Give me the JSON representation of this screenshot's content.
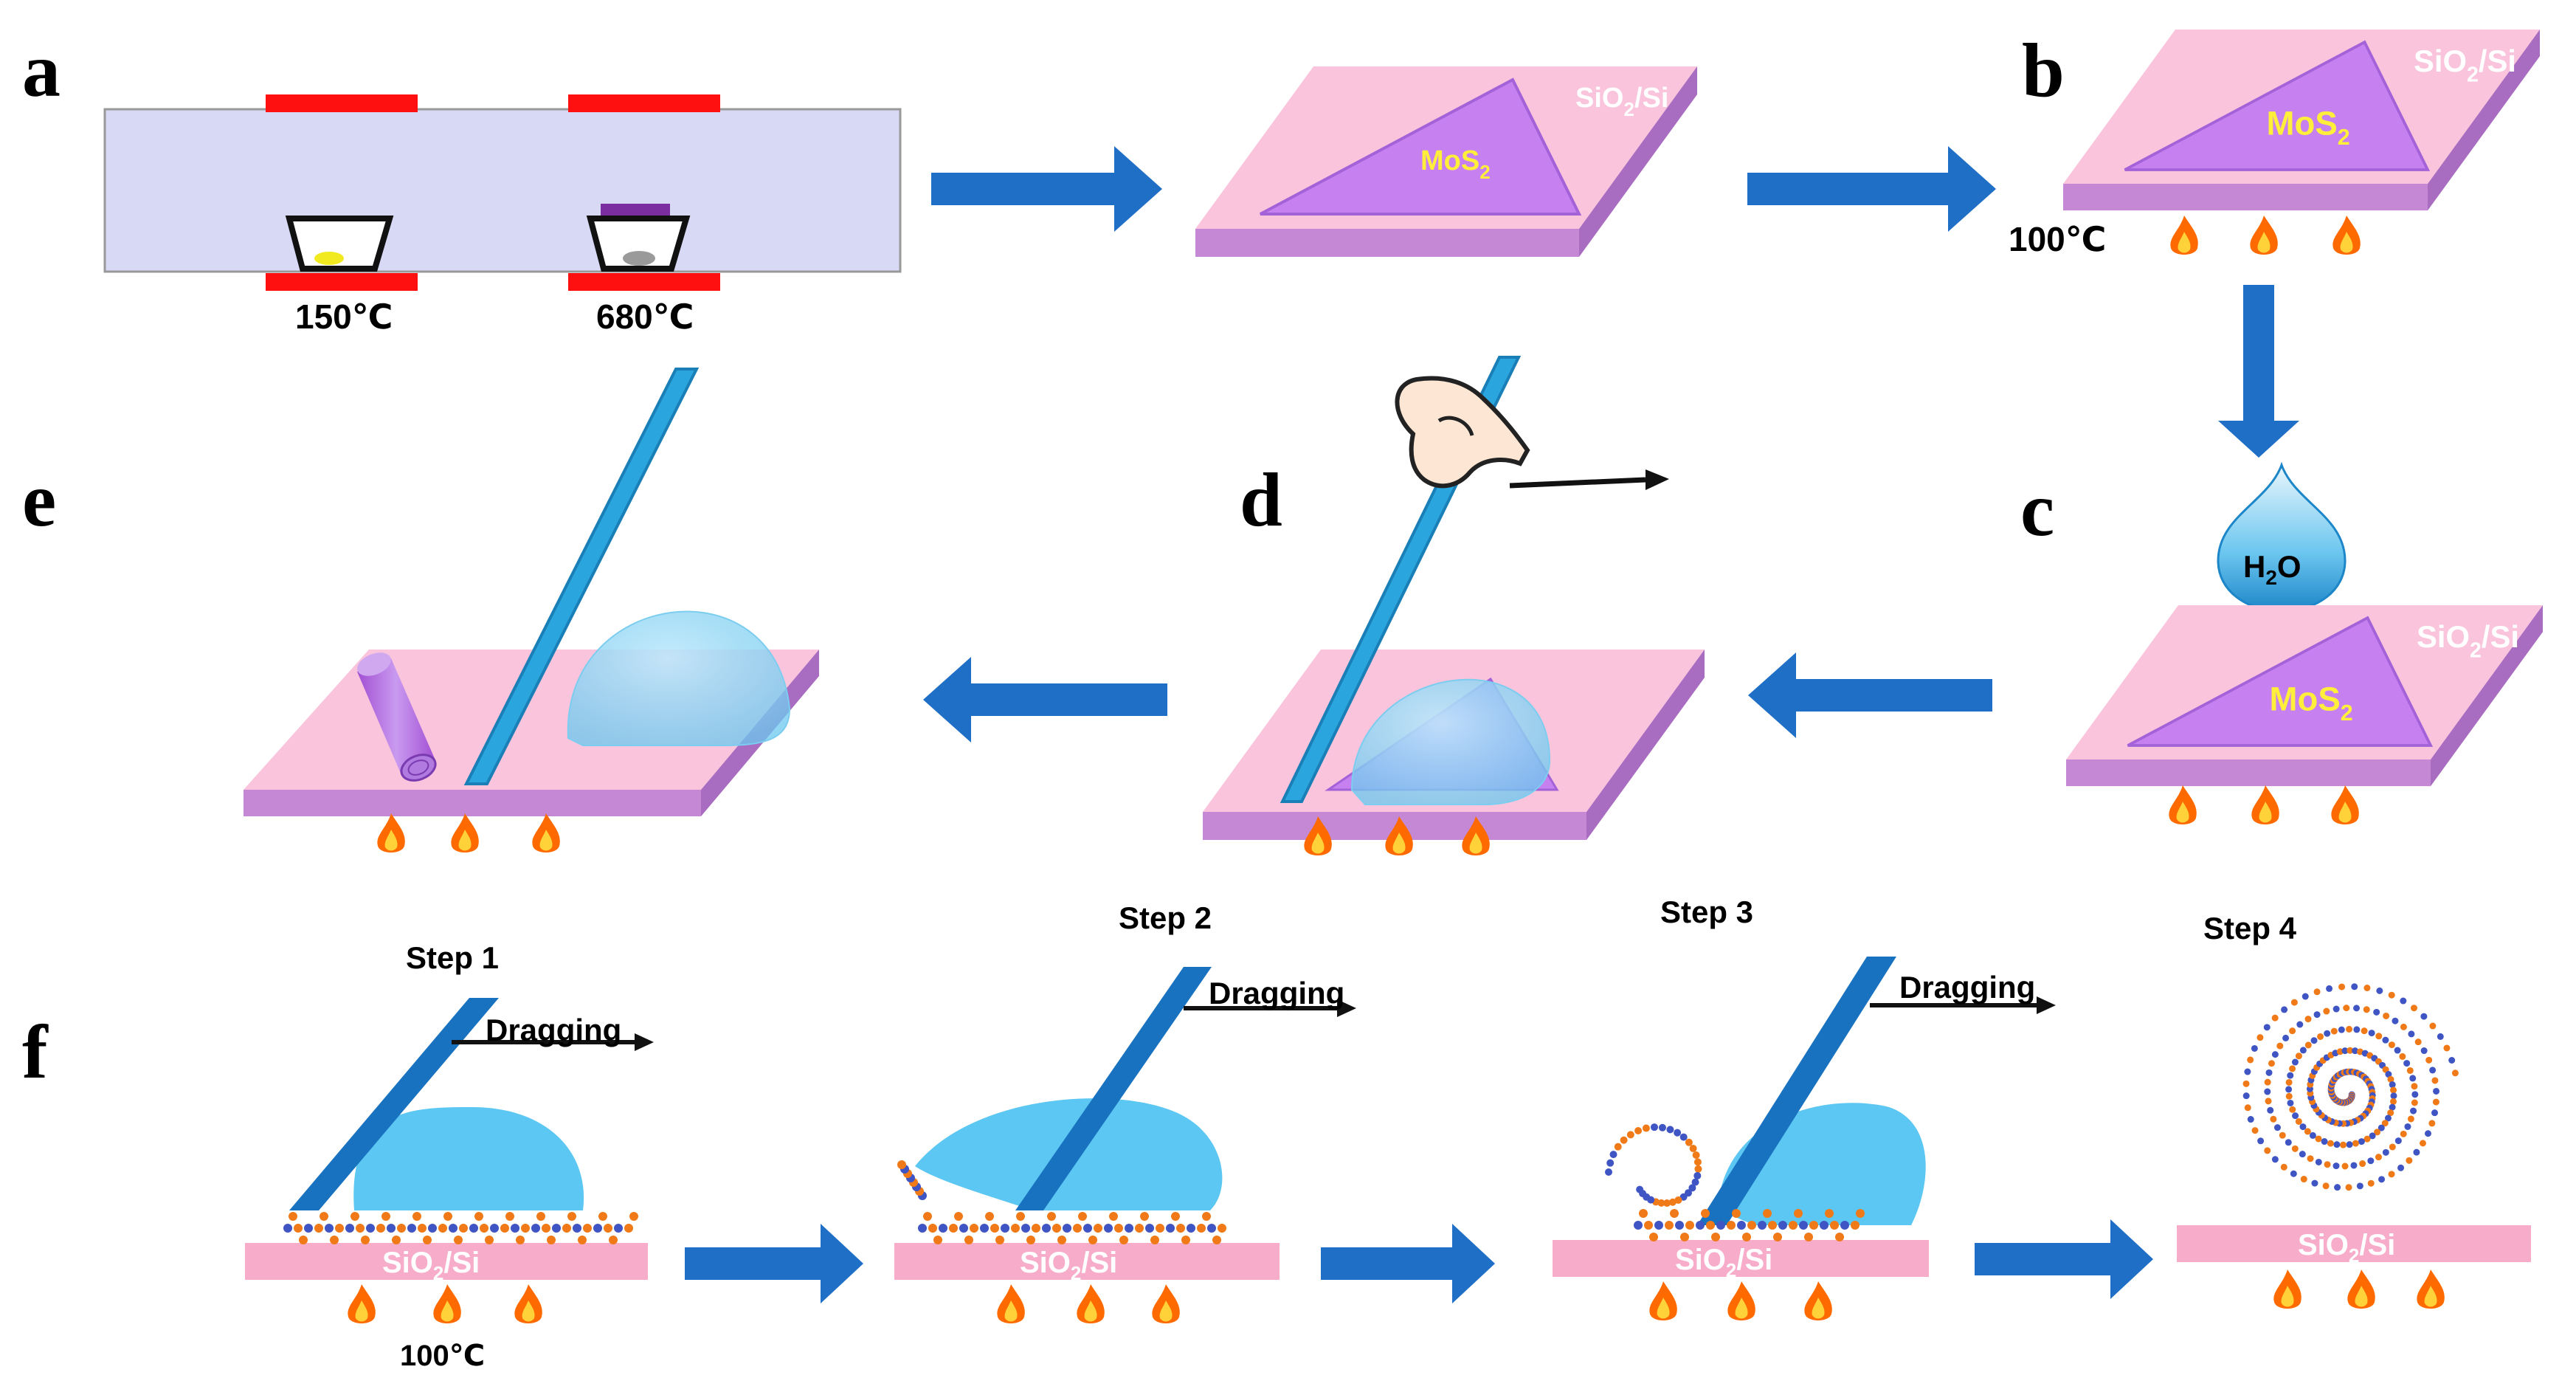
{
  "panels": {
    "a": "a",
    "b": "b",
    "c": "c",
    "d": "d",
    "e": "e",
    "f": "f"
  },
  "labels": {
    "temp_low": "150℃",
    "temp_high": "680℃",
    "temp_hotplate": "100℃",
    "temp_hotplate_f": "100℃",
    "water": "H",
    "water_sub": "2",
    "water_tail": "O",
    "substrate_main": "SiO",
    "substrate_sub": "2",
    "substrate_tail": "/Si",
    "mos2_main": "MoS",
    "mos2_sub": "2"
  },
  "steps": [
    {
      "title": "Step 1",
      "action": "Dragging"
    },
    {
      "title": "Step 2",
      "action": "Dragging"
    },
    {
      "title": "Step 3",
      "action": "Dragging"
    },
    {
      "title": "Step 4",
      "action": ""
    }
  ],
  "colors": {
    "arrow_blue": "#1f6fc6",
    "substrate_top": "#f9c4dc",
    "substrate_side": "#c48ad2",
    "mos2": "#c780f0",
    "heater_red": "#ff1010",
    "tube_bg": "#d7d9f5",
    "droplet": "#52c3ef",
    "glass": "#2aa5dd",
    "flame": "#ff6a00",
    "atom_blue": "#4055c4",
    "atom_orange": "#f07a18"
  }
}
